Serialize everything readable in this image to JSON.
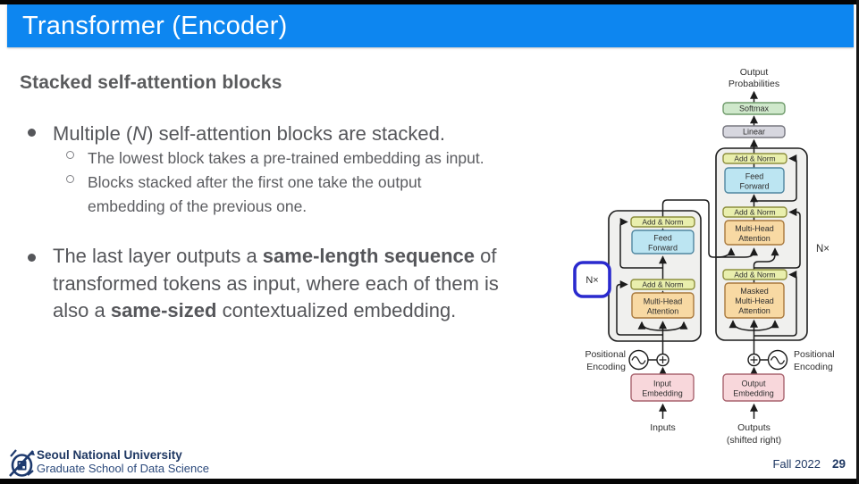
{
  "header": {
    "title": "Transformer (Encoder)"
  },
  "slide": {
    "heading": "Stacked self-attention blocks",
    "bullet1": {
      "a": "Multiple (",
      "n": "N",
      "b": ") self-attention blocks are stacked."
    },
    "sub1": "The lowest block takes a pre-trained embedding as input.",
    "sub2": {
      "l1": "Blocks stacked after the first one take the output",
      "l2": "embedding of the previous one."
    },
    "bullet2": {
      "l1a": "The last layer outputs a ",
      "l1b": "same-length sequence",
      "l1c": " of",
      "l2": "transformed tokens as input, where each of them is",
      "l3a": "also a ",
      "l3b": "same-sized",
      "l3c": " contextualized embedding."
    }
  },
  "diagram": {
    "output_probabilities": [
      "Output",
      "Probabilities"
    ],
    "softmax": "Softmax",
    "linear": "Linear",
    "add_norm": "Add & Norm",
    "feed_forward": [
      "Feed",
      "Forward"
    ],
    "multi_head": [
      "Multi-Head",
      "Attention"
    ],
    "masked_multi_head": [
      "Masked",
      "Multi-Head",
      "Attention"
    ],
    "nx_left": "N×",
    "nx_right": "N×",
    "positional": "Positional",
    "encoding": "Encoding",
    "input_embedding": [
      "Input",
      "Embedding"
    ],
    "output_embedding": [
      "Output",
      "Embedding"
    ],
    "inputs": "Inputs",
    "outputs_1": "Outputs",
    "outputs_2": "(shifted right)"
  },
  "footer": {
    "university": "Seoul National University",
    "school": "Graduate School of Data Science",
    "term": "Fall 2022",
    "page": "29"
  },
  "colors": {
    "header_blue": "#0d86f0",
    "title_white": "#ffffff",
    "body_gray": "#55565a",
    "nx_highlight_blue": "#2a2ace",
    "add_norm_fill": "#e9efad",
    "feed_forward_fill": "#bce5f2",
    "attention_fill": "#f8d9a3",
    "softmax_fill": "#cfe8cb",
    "linear_fill": "#d7d7df",
    "embedding_fill": "#f8d7db",
    "block_bg": "#f0f0ee",
    "footer_navy": "#1f3863"
  }
}
